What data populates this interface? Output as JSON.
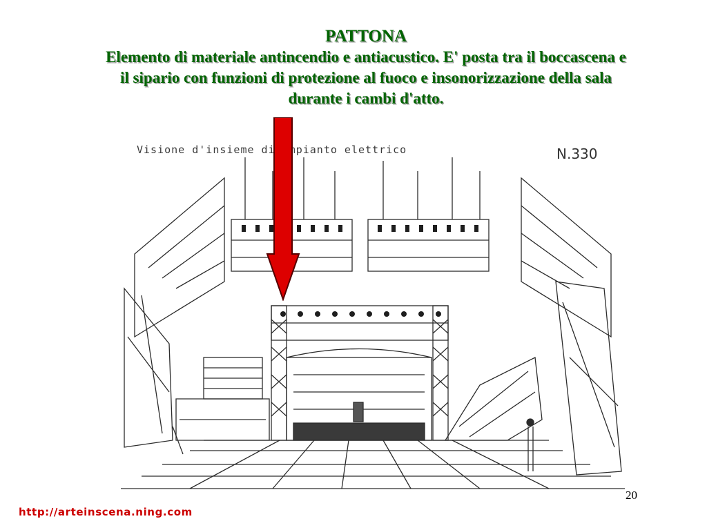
{
  "slide": {
    "title": "PATTONA",
    "description": "Elemento di materiale antincendio e antiacustico. E' posta tra il boccascena e il sipario con funzioni di protezione al fuoco e insonorizzazione della sala durante i cambi d'atto.",
    "drawing_caption": "Visione d'insieme di    impianto elettrico",
    "drawing_code": "N.330",
    "page_number": "20",
    "footer_url": "http://arteinscena.ning.com"
  },
  "colors": {
    "title_green": "#006400",
    "arrow_red": "#dd0000",
    "url_red": "#cc0000"
  }
}
